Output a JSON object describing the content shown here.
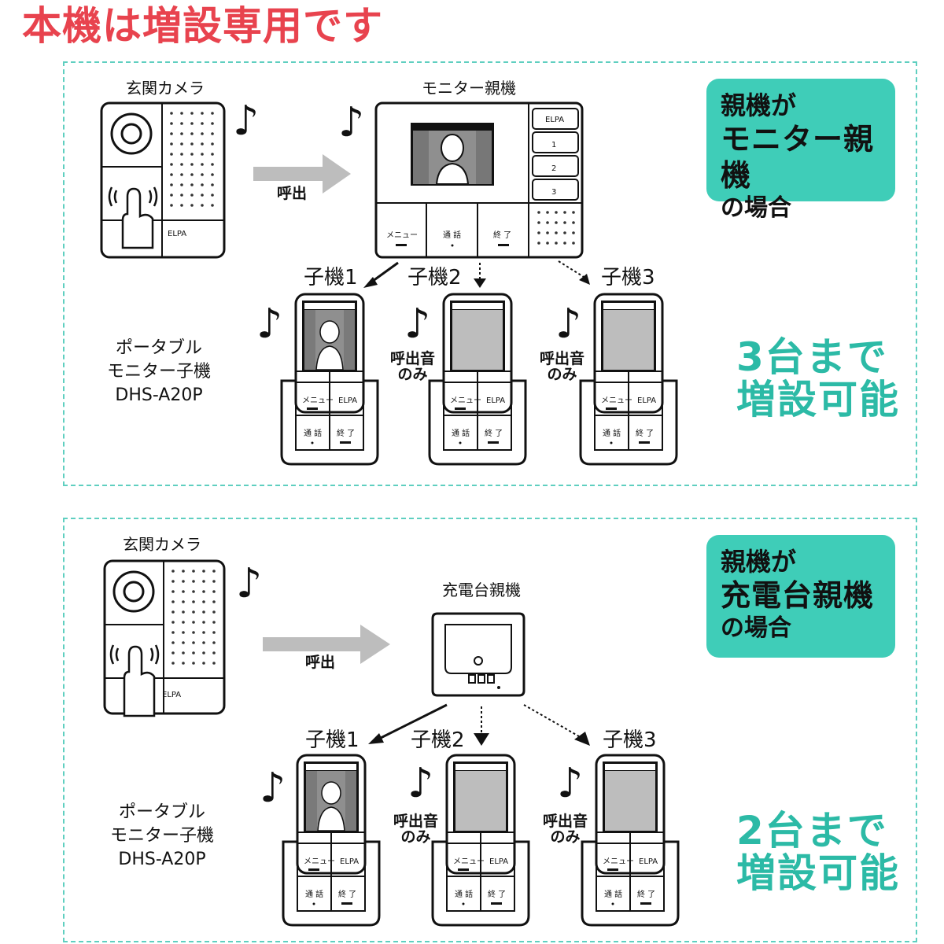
{
  "title": "本機は増設専用です",
  "colors": {
    "title": "#e8434e",
    "accent": "#3fcdb8",
    "caption": "#2cbaa6",
    "border": "#5fcfc0"
  },
  "panel1": {
    "camera_label": "玄関カメラ",
    "base_label": "モニター親機",
    "call_label": "呼出",
    "badge": {
      "line1": "親機が",
      "line2": "モニター親機",
      "line3": "の場合"
    },
    "child_labels": [
      "子機1",
      "子機2",
      "子機3"
    ],
    "ring_only": "呼出音\nのみ",
    "portable": "ポータブル\nモニター子機\nDHS-A20P",
    "capacity": {
      "line1": "3台まで",
      "line2": "増設可能"
    },
    "monitor_buttons": [
      "メニュー",
      "通 話",
      "終 了"
    ],
    "monitor_keys": [
      "ELPA",
      "1",
      "2",
      "3"
    ]
  },
  "panel2": {
    "camera_label": "玄関カメラ",
    "base_label": "充電台親機",
    "call_label": "呼出",
    "badge": {
      "line1": "親機が",
      "line2": "充電台親機",
      "line3": "の場合"
    },
    "child_labels": [
      "子機1",
      "子機2",
      "子機3"
    ],
    "ring_only": "呼出音\nのみ",
    "portable": "ポータブル\nモニター子機\nDHS-A20P",
    "capacity": {
      "line1": "2台まで",
      "line2": "増設可能"
    }
  },
  "handset_buttons": {
    "menu": "メニュー",
    "brand": "ELPA",
    "talk": "通 話",
    "end": "終 了"
  },
  "music_note": "♪",
  "icons": [
    "music-note-icon",
    "arrow-right-icon",
    "hand-press-icon",
    "person-icon"
  ]
}
